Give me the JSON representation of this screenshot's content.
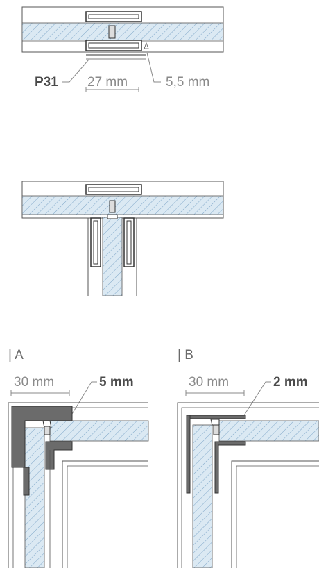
{
  "detail_1": {
    "label_profile": "P31",
    "label_width": "27 mm",
    "label_gap": "5,5 mm"
  },
  "detail_a": {
    "title": "| A",
    "label_width": "30 mm",
    "label_thickness": "5 mm"
  },
  "detail_b": {
    "title": "| B",
    "label_width": "30 mm",
    "label_thickness": "2 mm"
  },
  "colors": {
    "line": "#555555",
    "glass_fill": "#dbe9f3",
    "hatch": "#7ea6c8",
    "profile_dark": "#6b6b6b",
    "text": "#8a8a8a"
  }
}
